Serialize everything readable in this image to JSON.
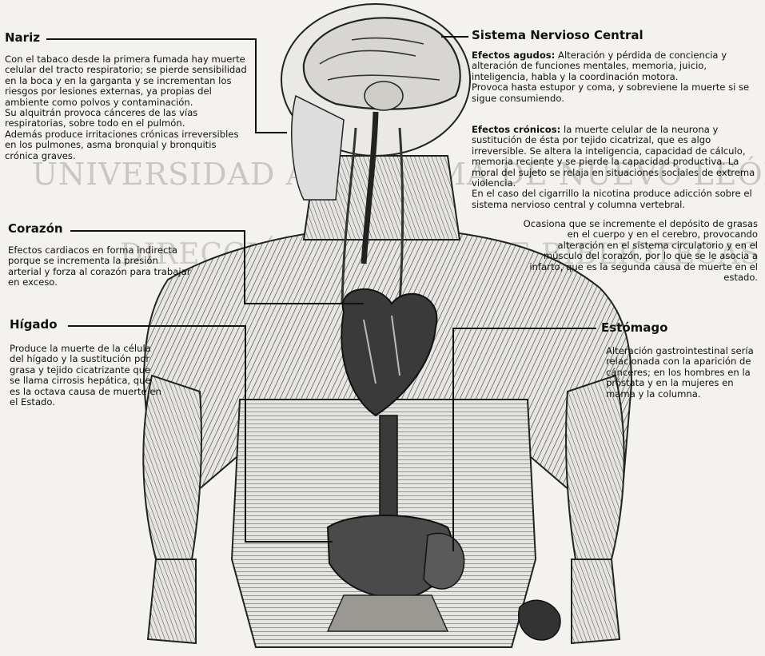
{
  "watermark": {
    "lines": [
      "UNIVERSIDAD AUTÓNOMA DE NUEVO LEÓN",
      "DIRECCIÓN GENERAL DE BIBLIOTECAS"
    ]
  },
  "sections": {
    "nariz": {
      "title": "Nariz",
      "body": "Con el tabaco desde la primera fumada hay muerte celular del tracto respiratorio; se pierde sensibilidad en la boca y en la garganta y se incrementan los riesgos por lesiones externas, ya propias del ambiente como polvos y contaminación.",
      "extra1": "Su alquitrán provoca cánceres de las vías respiratorias, sobre todo en el pulmón.",
      "extra2": "Además produce irritaciones crónicas irreversibles en los pulmones, asma bronquial y bronquitis crónica graves."
    },
    "corazon": {
      "title": "Corazón",
      "body": "Efectos cardiacos en forma indirecta porque se incrementa la presión arterial y forza al corazón para trabajar en exceso."
    },
    "higado": {
      "title": "Hígado",
      "body": "Produce la muerte de la célula del hígado y la sustitución por grasa y tejido cicatrizante que se llama cirrosis hepática, que es la octava causa de muerte en el Estado."
    },
    "snc": {
      "title": "Sistema Nervioso Central",
      "agudos_label": "Efectos agudos:",
      "agudos_text": "Alteración y pérdida de conciencia y alteración de funciones mentales, memoria, juicio, inteligencia, habla y la coordinación motora.",
      "agudos_extra": "Provoca hasta estupor y coma, y sobreviene la muerte si se sigue consumiendo.",
      "cronicos_label": "Efectos crónicos:",
      "cronicos_text": "la muerte celular de la neurona y sustitución de ésta por tejido cicatrizal, que es algo irreversible. Se altera la inteligencia, capacidad de cálculo, memoria reciente y se pierde la capacidad productiva. La moral del sujeto se relaja en situaciones sociales de extrema violencia.",
      "cronicos_extra": "En el caso del cigarrillo la nicotina produce adicción sobre el sistema nervioso central y columna vertebral.",
      "grasas": "Ocasiona que se incremente el depósito de grasas en el cuerpo y en el cerebro, provocando alteración en el sistema circulatorio y en el músculo del corazón, por lo que se le asocia a infarto, que es la segunda causa de muerte en el estado."
    },
    "estomago": {
      "title": "Estómago",
      "body": "Alteración gastrointestinal sería relacionada con la aparición de cánceres; en los hombres en la próstata y en la mujeres en mama y la columna."
    }
  }
}
